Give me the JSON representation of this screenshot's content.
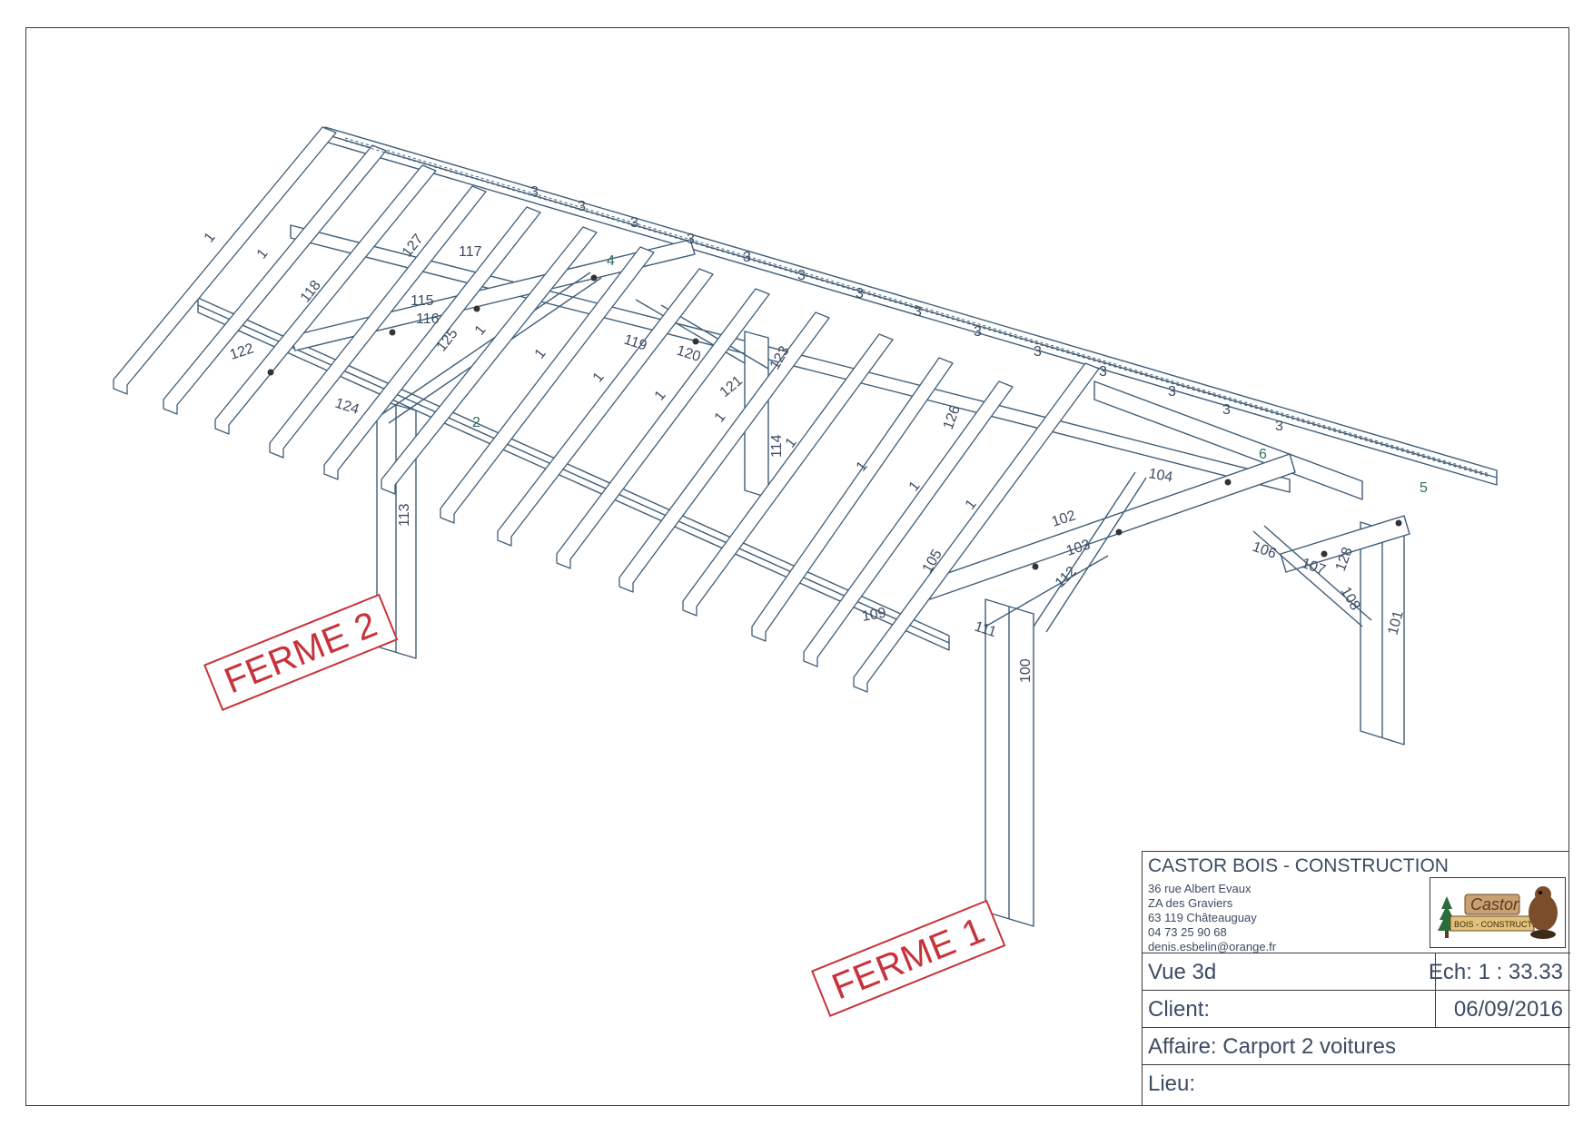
{
  "stamps": {
    "ferme1": "FERME 1",
    "ferme2": "FERME 2"
  },
  "title_block": {
    "company": "CASTOR BOIS - CONSTRUCTION",
    "address_lines": [
      "36 rue Albert Evaux",
      "ZA des Graviers",
      "63 119 Châteauguay",
      "04 73 25 90 68",
      "denis.esbelin@orange.fr"
    ],
    "logo_text_1": "Castor",
    "logo_text_2": "BOIS - CONSTRUCTION",
    "view": "Vue 3d",
    "scale": "Ech: 1 : 33.33",
    "client": "Client:",
    "date": "06/09/2016",
    "affaire": "Affaire: Carport 2 voitures",
    "lieu": "Lieu:"
  },
  "part_labels": {
    "rafter": "1",
    "purlin": "2",
    "ridge_tile": "3",
    "beam4": "4",
    "beam5": "5",
    "beam6": "6",
    "l100": "100",
    "l101": "101",
    "l102": "102",
    "l103": "103",
    "l104": "104",
    "l105": "105",
    "l106": "106",
    "l107": "107",
    "l108": "108",
    "l109": "109",
    "l111": "111",
    "l112": "112",
    "l113": "113",
    "l114": "114",
    "l115": "115",
    "l116": "116",
    "l117": "117",
    "l118": "118",
    "l119": "119",
    "l120": "120",
    "l121": "121",
    "l122": "122",
    "l123": "123",
    "l124": "124",
    "l125": "125",
    "l126": "126",
    "l127": "127",
    "l128": "128"
  },
  "colors": {
    "line": "#3f5e78",
    "stamp": "#c8323a",
    "text": "#3c4b63",
    "label_green": "#2f6f5c"
  }
}
